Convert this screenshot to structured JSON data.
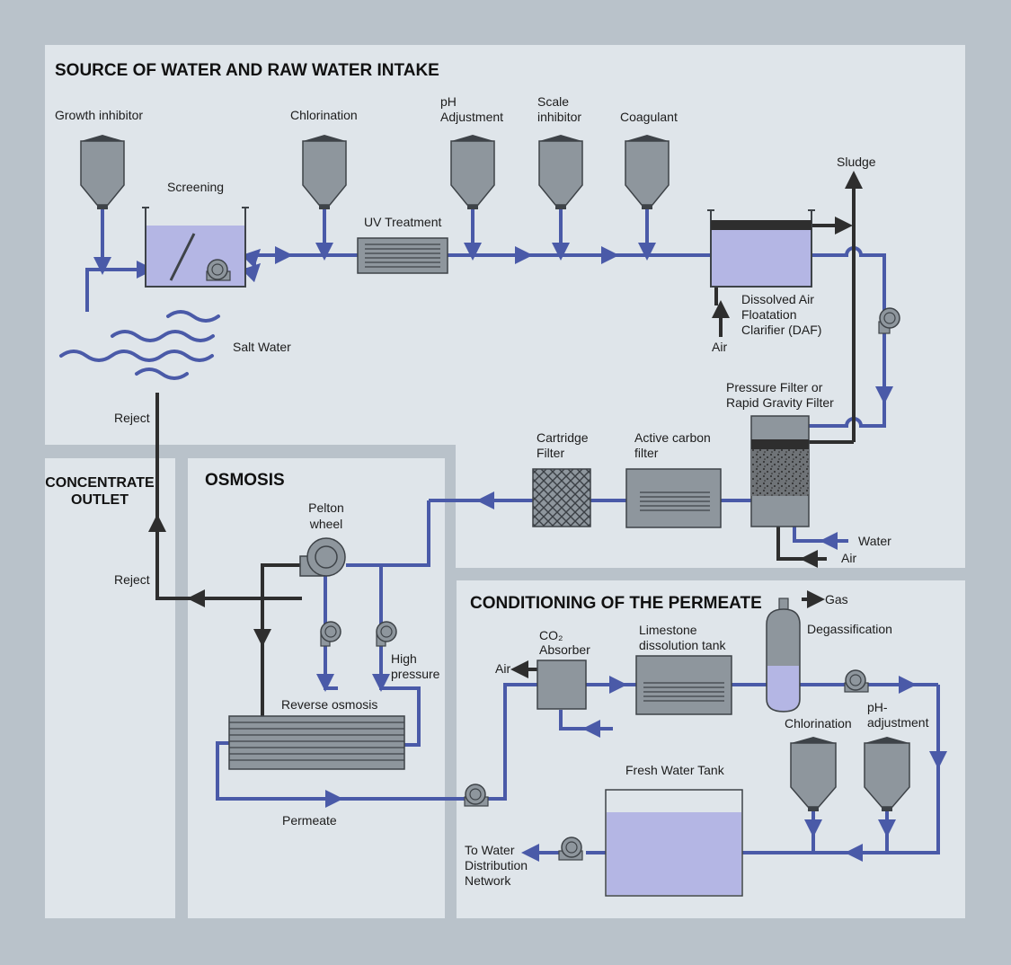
{
  "colors": {
    "background": "#b9c2ca",
    "panel": "#dfe5ea",
    "water_pipe": "#4a5aa8",
    "reject_pipe": "#2e2e2e",
    "equipment": "#8e969d",
    "water_fill": "#b4b6e4"
  },
  "sections": {
    "intake": "SOURCE OF WATER AND RAW WATER INTAKE",
    "concentrate": [
      "CONCENTRATE",
      "OUTLET"
    ],
    "osmosis": "OSMOSIS",
    "conditioning": "CONDITIONING OF THE PERMEATE"
  },
  "labels": {
    "growth_inhibitor": "Growth inhibitor",
    "screening": "Screening",
    "chlorination_intake": "Chlorination",
    "uv_treatment": "UV Treatment",
    "ph_adjustment": [
      "pH",
      "Adjustment"
    ],
    "scale_inhibitor": [
      "Scale",
      "inhibitor"
    ],
    "coagulant": "Coagulant",
    "sludge": "Sludge",
    "daf": [
      "Dissolved Air",
      "Floatation",
      "Clarifier (DAF)"
    ],
    "air_daf": "Air",
    "salt_water": "Salt Water",
    "pressure_filter": [
      "Pressure Filter or",
      "Rapid Gravity Filter"
    ],
    "cartridge_filter": [
      "Cartridge",
      "Filter"
    ],
    "active_carbon": [
      "Active carbon",
      "filter"
    ],
    "water_backwash": "Water",
    "air_backwash": "Air",
    "reject_top": "Reject",
    "reject_bottom": "Reject",
    "pelton_wheel": [
      "Pelton",
      "wheel"
    ],
    "high_pressure": [
      "High",
      "pressure"
    ],
    "reverse_osmosis": "Reverse osmosis",
    "permeate": "Permeate",
    "co2_absorber": [
      "CO₂",
      "Absorber"
    ],
    "air_co2": "Air",
    "limestone": [
      "Limestone",
      "dissolution tank"
    ],
    "gas": "Gas",
    "degassification": "Degassification",
    "chlorination_cond": "Chlorination",
    "ph_adjustment_cond": [
      "pH-",
      "adjustment"
    ],
    "fresh_water_tank": "Fresh Water Tank",
    "distribution": [
      "To Water",
      "Distribution",
      "Network"
    ]
  }
}
